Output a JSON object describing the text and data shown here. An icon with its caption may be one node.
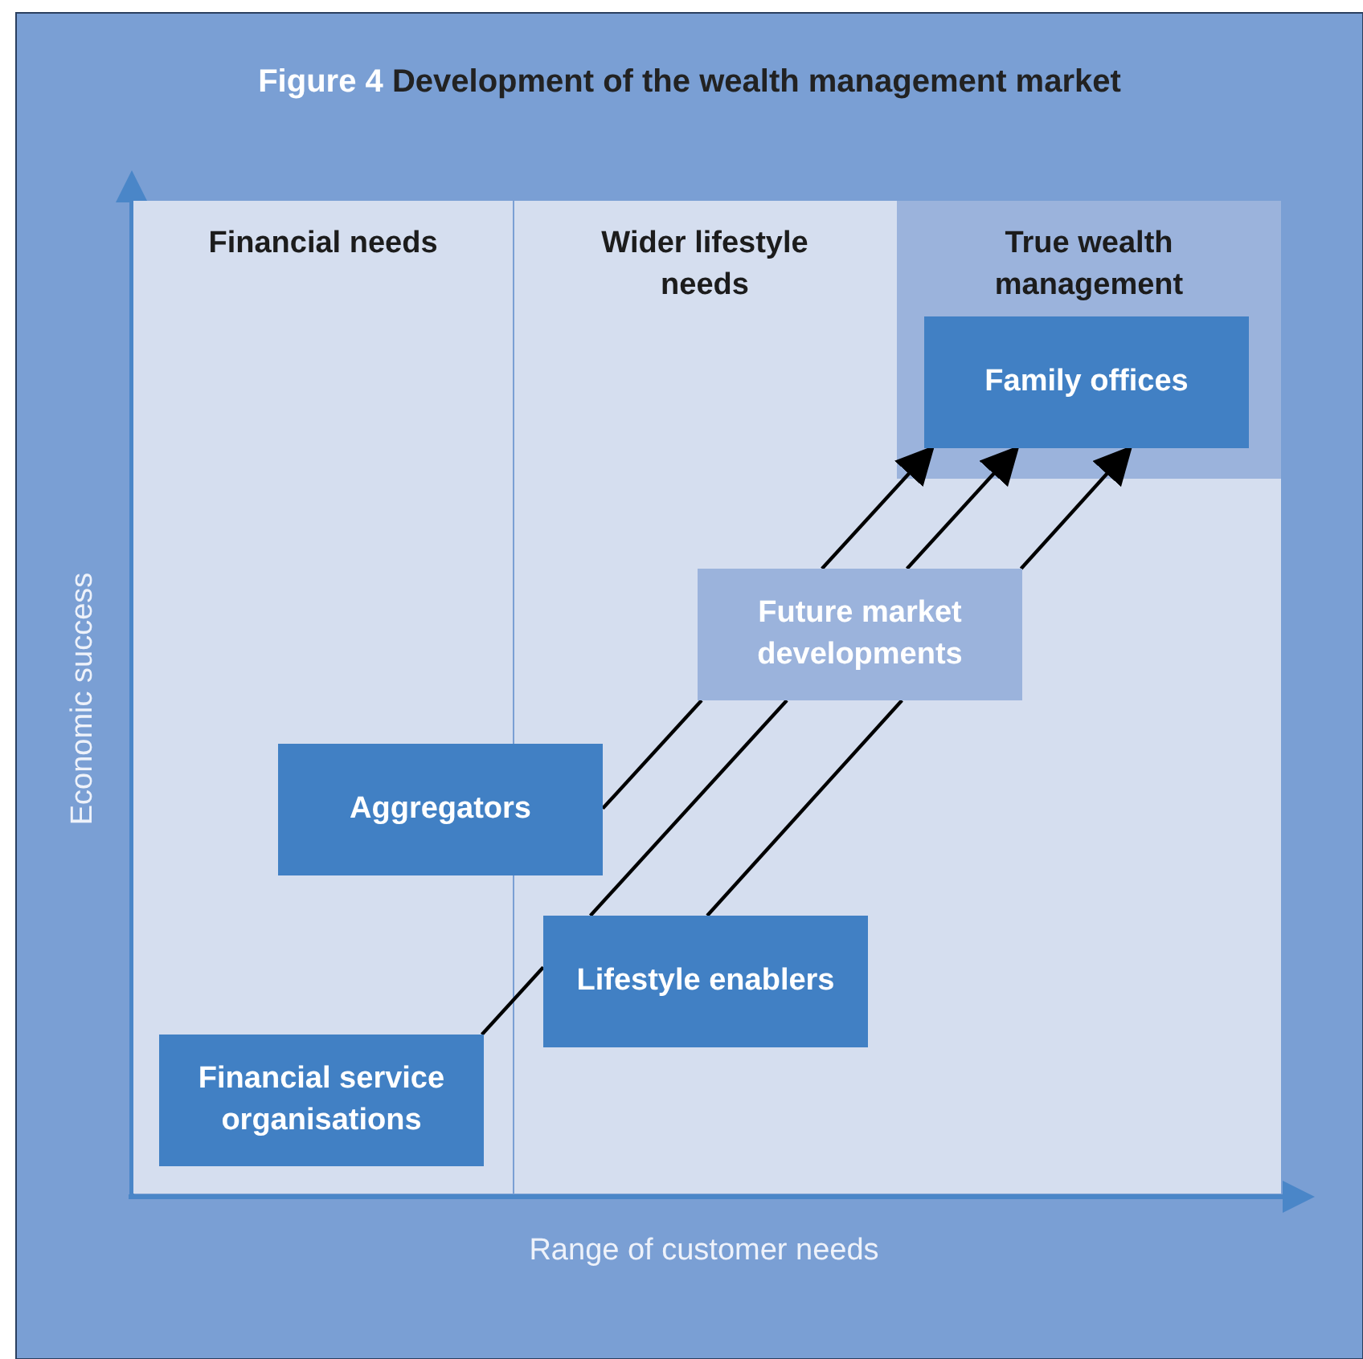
{
  "diagram": {
    "title": "Figure 4 Development of the wealth management market",
    "nodes": [
      {
        "text": [
          "Financial needs"
        ]
      },
      {
        "text": [
          "Wider lifestyle needs"
        ]
      },
      {
        "text": [
          "True wealth management"
        ]
      },
      {
        "text": [
          "Family offices"
        ],
        "in": 2
      },
      {
        "text": [
          "Future market developments"
        ]
      },
      {
        "text": [
          "Aggregators"
        ]
      },
      {
        "text": [
          "Lifestyle enablers"
        ],
        "in": 1
      },
      {
        "text": [
          "Financial service organisations"
        ],
        "in": 0
      }
    ],
    "edges": [
      {
        "from": 5,
        "to": 4,
        "arrow": "none"
      },
      {
        "from": 7,
        "to": 6,
        "arrow": "none"
      },
      {
        "from": 6,
        "to": 4,
        "arrow": "none"
      },
      {
        "from": 6,
        "to": 4,
        "arrow": "none"
      },
      {
        "from": 4,
        "to": 3,
        "arrow": "to"
      },
      {
        "from": 4,
        "to": 3,
        "arrow": "to"
      },
      {
        "from": 4,
        "to": 3,
        "arrow": "to"
      }
    ],
    "labels": [
      "Economic success",
      "Range of customer needs"
    ]
  }
}
